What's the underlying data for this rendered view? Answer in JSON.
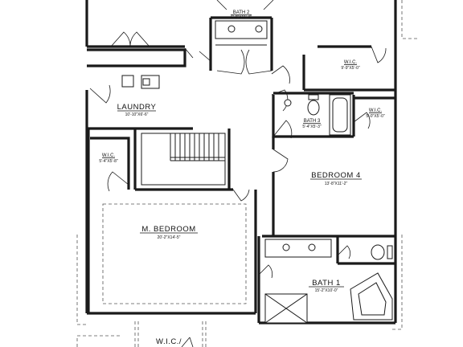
{
  "rooms": {
    "bath2": {
      "name": "BATH 2",
      "dims": "6'-0\"X11'-4\""
    },
    "wic_top": {
      "name": "W.I.C.",
      "dims": "9'-9\"X5'-0\""
    },
    "laundry": {
      "name": "LAUNDRY",
      "dims": "10'-10\"X6'-6\""
    },
    "bath3": {
      "name": "BATH 3",
      "dims": "5'-4\"X5'-3\""
    },
    "wic_right": {
      "name": "W.I.C.",
      "dims": "5'-0\"X5'-0\""
    },
    "wic_left": {
      "name": "W.I.C.",
      "dims": "5'-4\"X5'-8\""
    },
    "bedroom4": {
      "name": "BEDROOM 4",
      "dims": "13'-8\"X11'-2\""
    },
    "mbedroom": {
      "name": "M. BEDROOM",
      "dims": "20'-2\"X14'-5\""
    },
    "bath1": {
      "name": "BATH 1",
      "dims": "15'-2\"X10'-0\""
    },
    "wic_bottom": {
      "name": "W.I.C./"
    }
  }
}
